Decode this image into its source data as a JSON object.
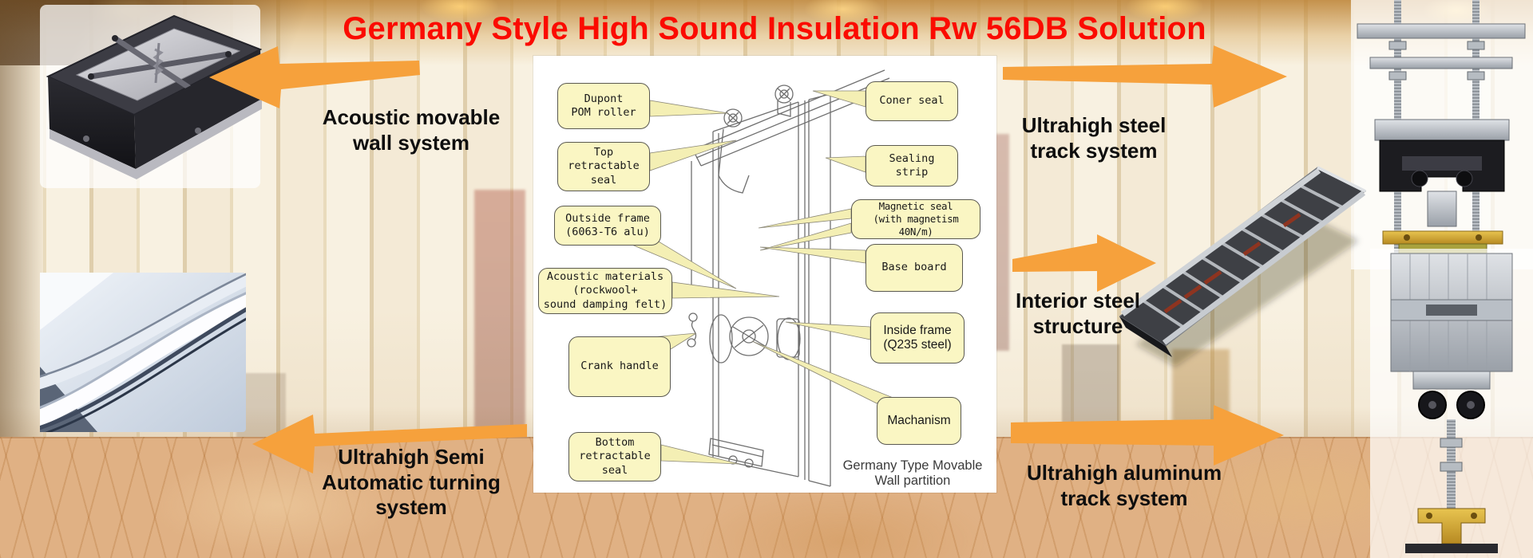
{
  "title": "Germany Style High Sound Insulation Rw 56DB Solution",
  "side_labels": {
    "acoustic": "Acoustic movable\nwall system",
    "turning": "Ultrahigh Semi\nAutomatic turning\nsystem",
    "steel_track": "Ultrahigh steel\ntrack system",
    "interior_steel": "Interior steel\nstructure",
    "aluminum_track": "Ultrahigh aluminum\ntrack system"
  },
  "diagram": {
    "caption": "Germany Type Movable\nWall partition",
    "callouts": {
      "dupont": "Dupont\nPOM roller",
      "top_seal": "Top\nretractable\nseal",
      "outside_frame": "Outside frame\n(6063-T6 alu)",
      "acoustic_materials": "Acoustic materials\n(rockwool+\nsound damping felt)",
      "crank_handle": "Crank handle",
      "bottom_seal": "Bottom\nretractable\nseal",
      "coner_seal": "Coner seal",
      "sealing_strip": "Sealing\nstrip",
      "magnetic_seal": "Magnetic seal\n(with magnetism 40N/m)",
      "base_board": "Base board",
      "inside_frame": "Inside frame\n(Q235 steel)",
      "machanism": "Machanism"
    }
  },
  "photos": {
    "top_left": "acoustic-movable-wall-photo",
    "bottom_left": "semi-automatic-turning-photo",
    "top_right": "steel-track-photo",
    "mid_right": "interior-steel-structure-photo",
    "bottom_right": "aluminum-track-photo"
  },
  "colors": {
    "title": "#fb0b00",
    "arrow": "#f6a13c",
    "callout_fill": "#faf6c3",
    "callout_border": "#5a5950"
  }
}
